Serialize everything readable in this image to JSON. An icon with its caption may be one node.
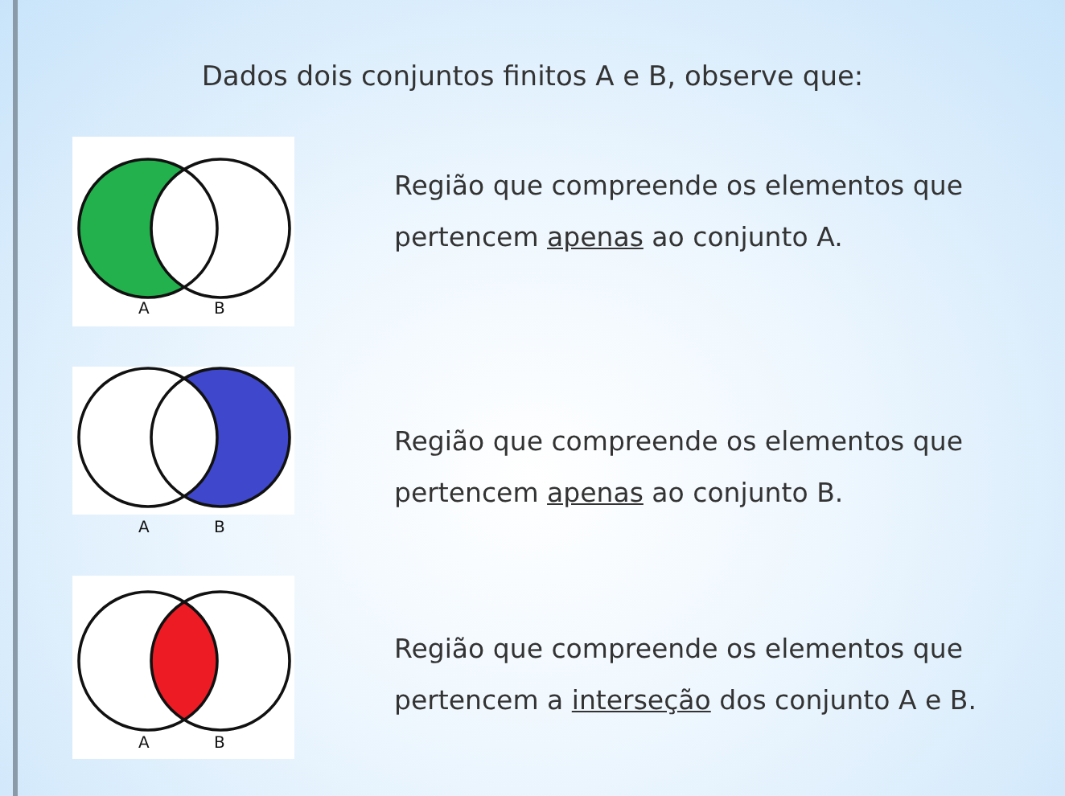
{
  "diagram": {
    "title": "Dados dois conjuntos finitos A e B, observe que:",
    "labels": [
      "Região que compreende os elementos que pertencem *apenas* ao conjunto A.",
      "A",
      "B",
      "Região que compreende os elementos que pertencem *apenas* ao conjunto B.",
      "A",
      "B",
      "Região que compreende os elementos que pertencem a *interseção* dos conjunto A e B.",
      "A",
      "B"
    ]
  }
}
